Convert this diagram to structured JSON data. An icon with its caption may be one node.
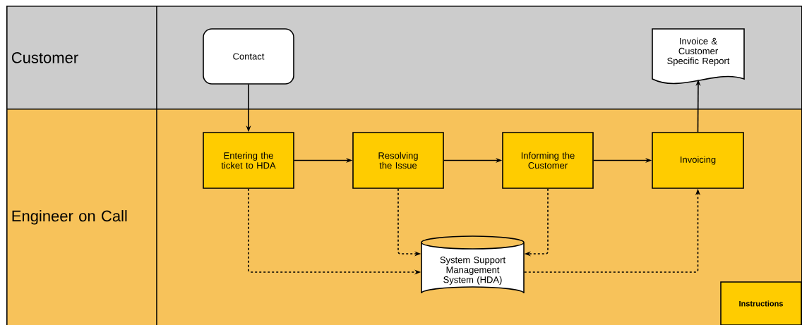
{
  "diagram": {
    "nodes": [
      {
        "text": [
          "Customer"
        ]
      },
      {
        "text": [
          "Engineer on Call"
        ]
      },
      {
        "text": [
          "Contact"
        ],
        "in": 0
      },
      {
        "text": [
          "Invoice & Customer Specific Report"
        ],
        "in": 0
      },
      {
        "text": [
          "Entering the ticket to HDA"
        ],
        "in": 1
      },
      {
        "text": [
          "Resolving the Issue"
        ],
        "in": 1
      },
      {
        "text": [
          "Informing the Customer"
        ],
        "in": 1
      },
      {
        "text": [
          "Invoicing"
        ],
        "in": 1
      },
      {
        "text": [
          "System Support Management System (HDA)"
        ],
        "in": 1
      },
      {
        "text": [
          "Instructions"
        ],
        "in": 1
      }
    ],
    "edges": [
      {
        "from": 2,
        "to": 4,
        "arrow": "to"
      },
      {
        "from": 4,
        "to": 5,
        "arrow": "to"
      },
      {
        "from": 5,
        "to": 6,
        "arrow": "to"
      },
      {
        "from": 6,
        "to": 7,
        "arrow": "to"
      },
      {
        "from": 7,
        "to": 3,
        "arrow": "to"
      },
      {
        "from": 4,
        "to": 8,
        "arrow": "to",
        "style": "dashed"
      },
      {
        "from": 5,
        "to": 8,
        "arrow": "to",
        "style": "dashed"
      },
      {
        "from": 6,
        "to": 8,
        "arrow": "to",
        "style": "dashed"
      },
      {
        "from": 8,
        "to": 7,
        "arrow": "to",
        "style": "dashed"
      }
    ]
  }
}
